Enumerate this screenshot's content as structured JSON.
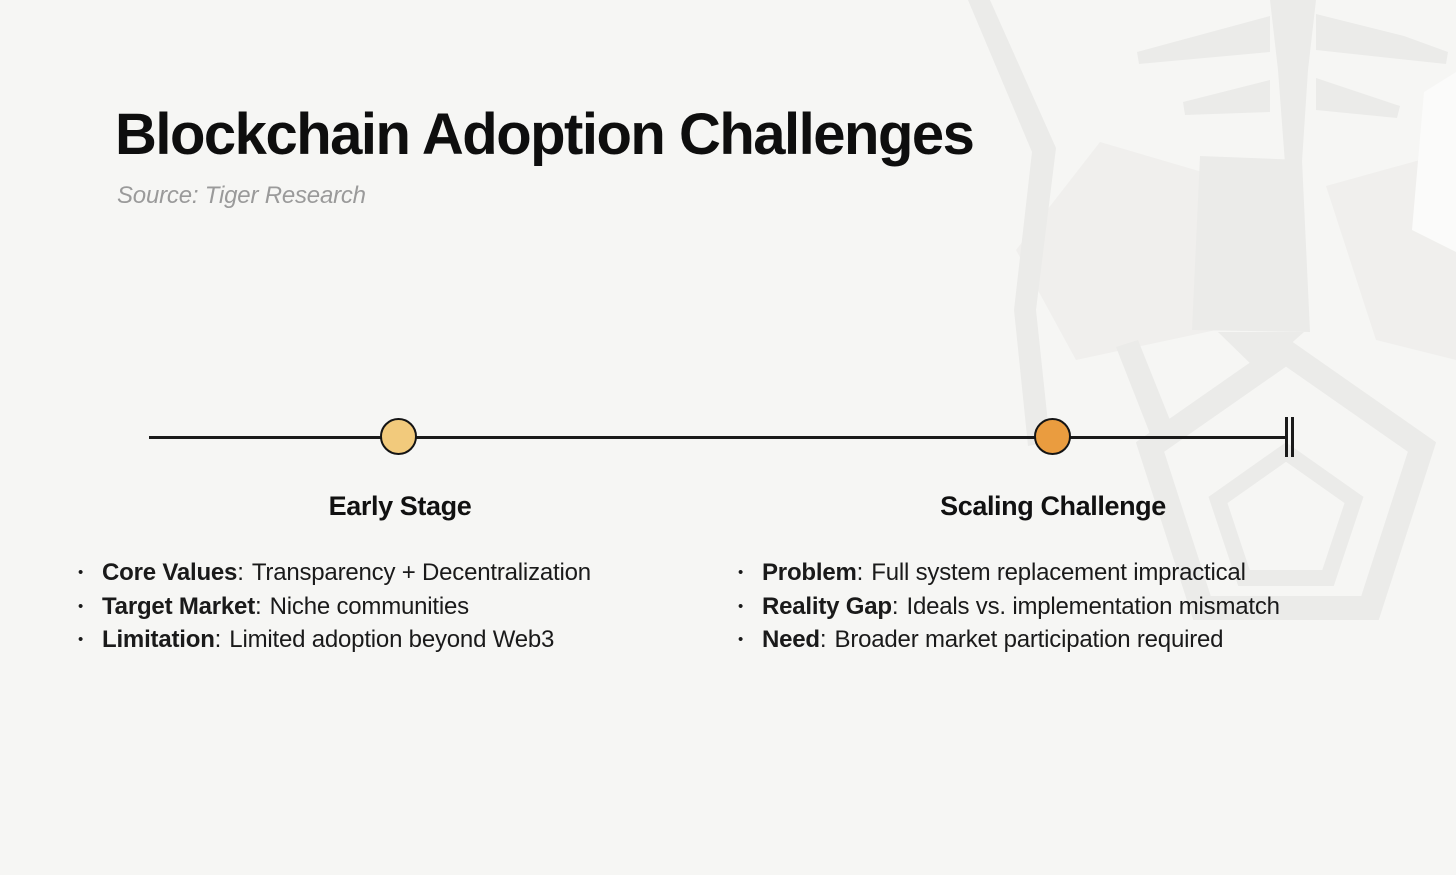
{
  "slide": {
    "title": "Blockchain Adoption Challenges",
    "source": "Source: Tiger Research",
    "background_color": "#f6f6f4",
    "watermark": "tiger-research-logo"
  },
  "timeline": {
    "line_color": "#1a1a1a",
    "end_marker": "double-bar",
    "milestones": [
      {
        "label": "Early Stage",
        "dot_color": "#f2ca7c"
      },
      {
        "label": "Scaling Challenge",
        "dot_color": "#ea9c3f"
      }
    ]
  },
  "lists": {
    "bullet_icon": "•",
    "separator": ":"
  },
  "columns": [
    {
      "items": [
        {
          "label": "Core Values",
          "text": "Transparency + Decentralization"
        },
        {
          "label": "Target Market",
          "text": "Niche communities"
        },
        {
          "label": "Limitation",
          "text": "Limited adoption beyond Web3"
        }
      ]
    },
    {
      "items": [
        {
          "label": "Problem",
          "text": "Full system replacement impractical"
        },
        {
          "label": "Reality Gap",
          "text": "Ideals vs. implementation mismatch"
        },
        {
          "label": "Need",
          "text": "Broader market participation required"
        }
      ]
    }
  ]
}
